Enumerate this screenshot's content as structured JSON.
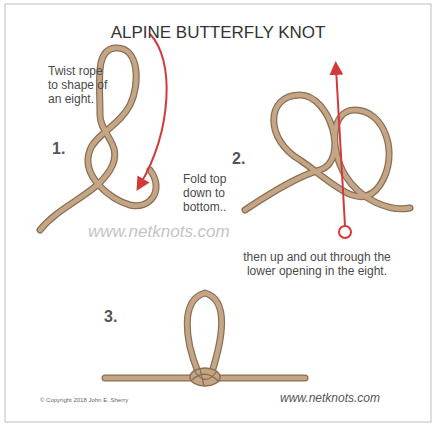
{
  "diagram": {
    "title": "ALPINE BUTTERFLY KNOT",
    "labels": [
      "Twist rope to shape of an eight.",
      "1.",
      "Fold top down to bottom..",
      "2.",
      "www.netknots.com",
      "then up and out through the lower opening in the eight.",
      "3.",
      "© Copyright 2018 John E. Sherry",
      "www.netknots.com"
    ]
  }
}
